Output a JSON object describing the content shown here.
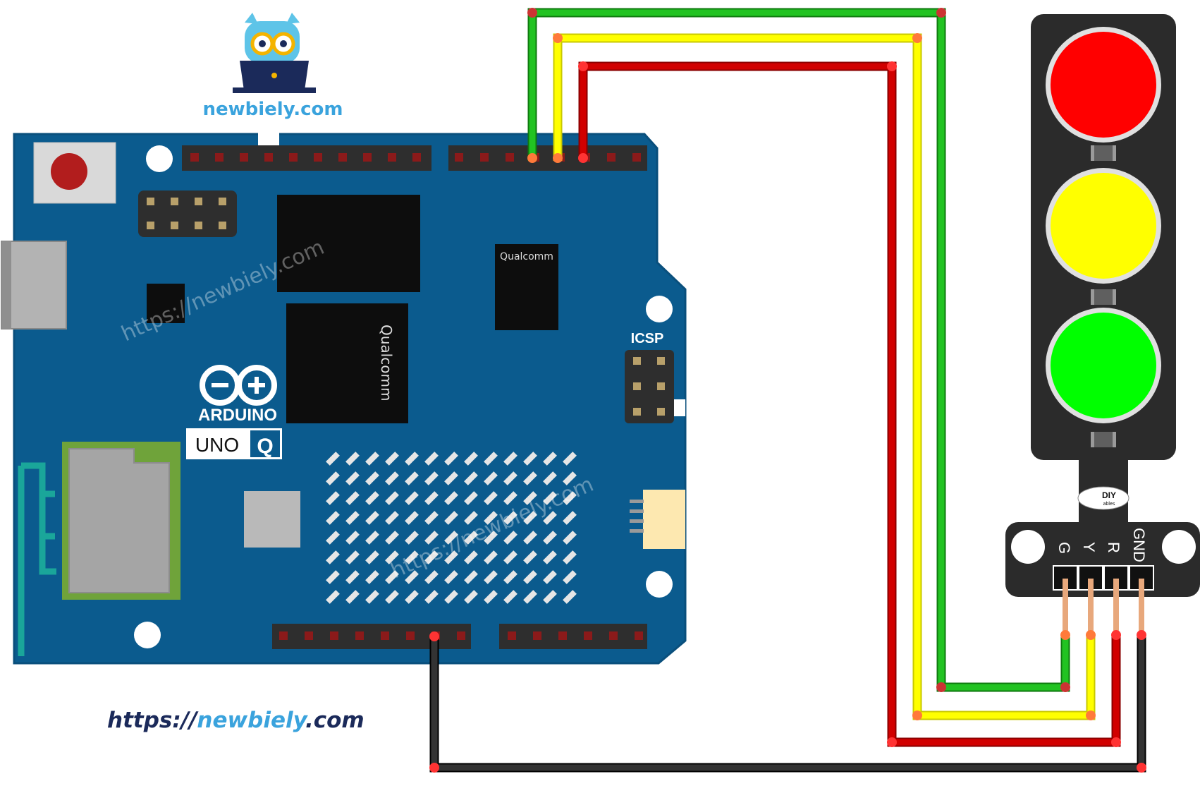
{
  "brand": {
    "logo_icon": "owl-laptop-icon",
    "name": "newbiely.com"
  },
  "board": {
    "brand": "ARDUINO",
    "model": "UNO",
    "model_suffix": "Q",
    "icsp_label": "ICSP",
    "chip_label": "Qualcomm",
    "watermark": "https://newbiely.com",
    "colors": {
      "pcb": "#0b5b8e",
      "header": "#2e2e2e"
    }
  },
  "module": {
    "logo_text": "DIY",
    "logo_subtext": "ables",
    "pins": [
      "G",
      "Y",
      "R",
      "GND"
    ],
    "lights": [
      {
        "name": "red",
        "color": "#ff0000"
      },
      {
        "name": "yellow",
        "color": "#ffff00"
      },
      {
        "name": "green",
        "color": "#00ff00"
      }
    ]
  },
  "wires": [
    {
      "name": "green",
      "color": "#1db31d"
    },
    {
      "name": "yellow",
      "color": "#ffff00"
    },
    {
      "name": "red",
      "color": "#cc0000"
    },
    {
      "name": "black",
      "color": "#222222"
    }
  ],
  "footer": {
    "url_scheme": "https://",
    "url_name": "newbiely",
    "url_tld": ".com"
  }
}
